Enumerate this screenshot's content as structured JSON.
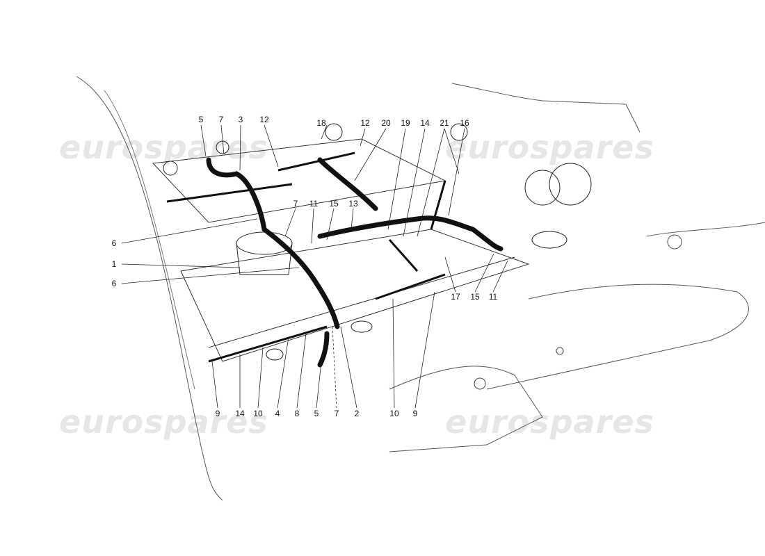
{
  "watermark": {
    "text": "eurospares"
  },
  "callouts": [
    {
      "label": "5",
      "group": "top"
    },
    {
      "label": "7",
      "group": "top"
    },
    {
      "label": "3",
      "group": "top"
    },
    {
      "label": "12",
      "group": "top"
    },
    {
      "label": "18",
      "group": "top"
    },
    {
      "label": "12",
      "group": "top"
    },
    {
      "label": "20",
      "group": "top"
    },
    {
      "label": "19",
      "group": "top"
    },
    {
      "label": "14",
      "group": "top"
    },
    {
      "label": "21",
      "group": "top"
    },
    {
      "label": "16",
      "group": "top"
    },
    {
      "label": "7",
      "group": "middle"
    },
    {
      "label": "11",
      "group": "middle"
    },
    {
      "label": "15",
      "group": "middle"
    },
    {
      "label": "13",
      "group": "middle"
    },
    {
      "label": "6",
      "group": "left"
    },
    {
      "label": "1",
      "group": "left"
    },
    {
      "label": "6",
      "group": "left"
    },
    {
      "label": "17",
      "group": "right"
    },
    {
      "label": "15",
      "group": "right"
    },
    {
      "label": "11",
      "group": "right"
    },
    {
      "label": "9",
      "group": "bottom"
    },
    {
      "label": "14",
      "group": "bottom"
    },
    {
      "label": "10",
      "group": "bottom"
    },
    {
      "label": "4",
      "group": "bottom"
    },
    {
      "label": "8",
      "group": "bottom"
    },
    {
      "label": "5",
      "group": "bottom"
    },
    {
      "label": "7",
      "group": "bottom"
    },
    {
      "label": "2",
      "group": "bottom"
    },
    {
      "label": "10",
      "group": "bottom"
    },
    {
      "label": "9",
      "group": "bottom"
    }
  ]
}
